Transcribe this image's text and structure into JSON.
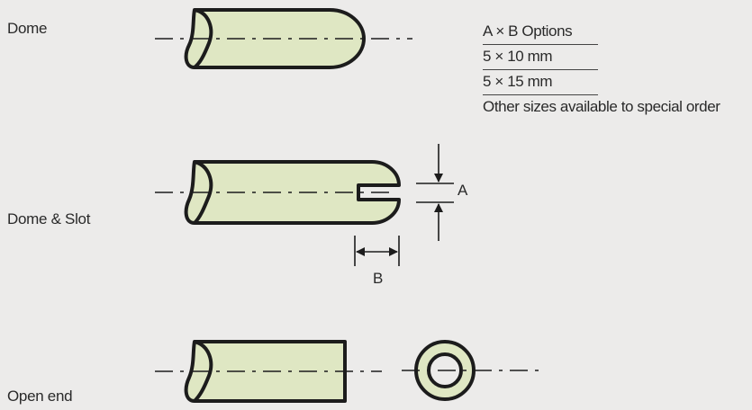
{
  "labels": {
    "dome": "Dome",
    "dome_slot": "Dome & Slot",
    "open_end": "Open end"
  },
  "options": {
    "heading": "A × B Options",
    "rows": [
      "5 × 10 mm",
      "5 × 15 mm"
    ],
    "note": "Other sizes available to special order"
  },
  "dimensions": {
    "a": "A",
    "b": "B"
  },
  "colors": {
    "fill": "#dfe7c3",
    "stroke": "#1c1c1c",
    "background": "#ecebea"
  }
}
